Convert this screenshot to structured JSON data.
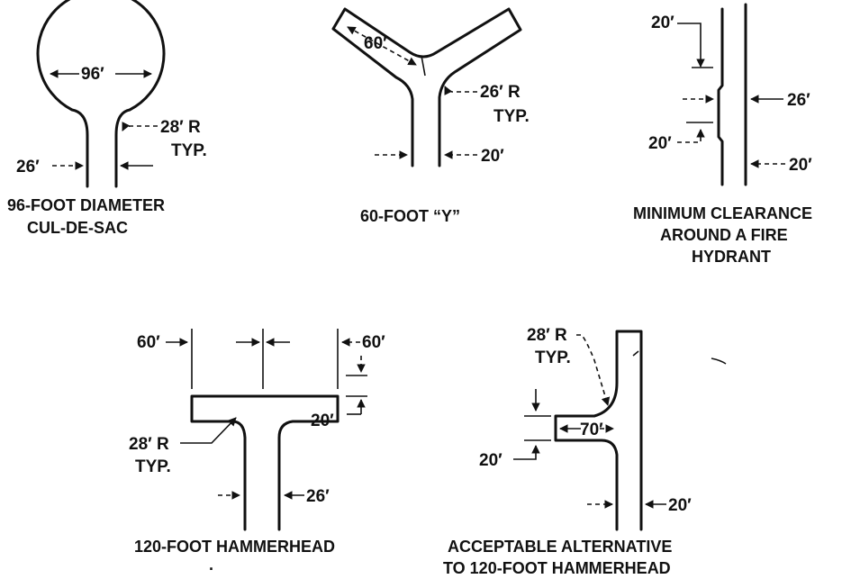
{
  "cul_de_sac": {
    "diameter": "96′",
    "radius_1": "28′ R",
    "radius_2": "TYP.",
    "street_width": "26′",
    "caption_1": "96-FOOT DIAMETER",
    "caption_2": "CUL-DE-SAC"
  },
  "y_turnaround": {
    "leg_length": "60′",
    "radius_1": "26′ R",
    "radius_2": "TYP.",
    "street_width": "20′",
    "caption_1": "60-FOOT “Y”"
  },
  "hydrant": {
    "top_offset": "20′",
    "road_width": "26′",
    "bottom_offset": "20′",
    "lane_width": "20′",
    "caption_1": "MINIMUM CLEARANCE",
    "caption_2": "AROUND A FIRE",
    "caption_3": "HYDRANT"
  },
  "hammerhead": {
    "left_arm": "60′",
    "right_arm": "60′",
    "arm_width": "20′",
    "radius_1": "28′ R",
    "radius_2": "TYP.",
    "street_width": "26′",
    "caption_1": "120-FOOT HAMMERHEAD"
  },
  "alternative": {
    "radius_1": "28′ R",
    "radius_2": "TYP.",
    "leg_length": "70′",
    "arm_width": "20′",
    "street_width": "20′",
    "caption_1": "ACCEPTABLE ALTERNATIVE",
    "caption_2": "TO 120-FOOT HAMMERHEAD"
  }
}
